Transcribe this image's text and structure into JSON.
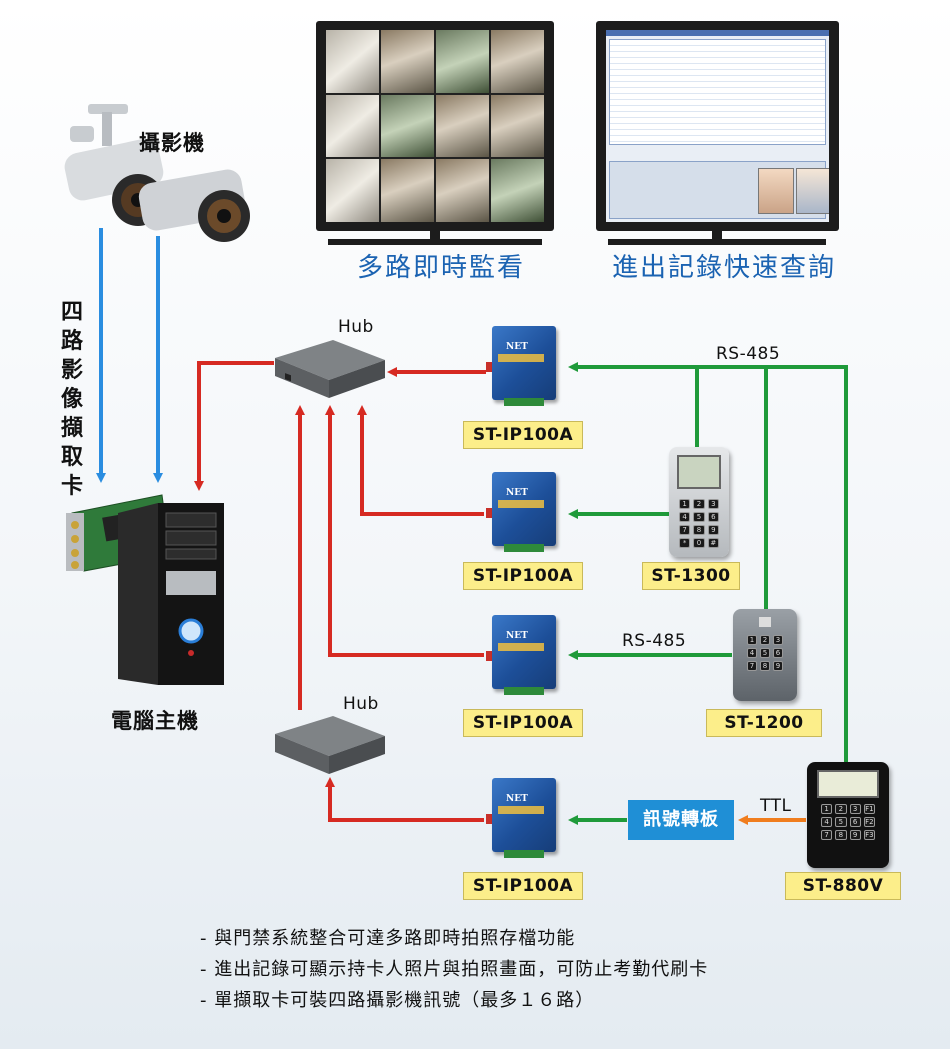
{
  "monitors": {
    "left_label": "多路即時監看",
    "right_label": "進出記錄快速查詢"
  },
  "camera_label": "攝影機",
  "capture_card_label": [
    "四",
    "路",
    "影",
    "像",
    "擷",
    "取",
    "卡"
  ],
  "pc_label": "電腦主機",
  "hub_labels": [
    "Hub",
    "Hub"
  ],
  "converter_labels": [
    "ST-IP100A",
    "ST-IP100A",
    "ST-IP100A",
    "ST-IP100A"
  ],
  "devices": {
    "st1300": "ST-1300",
    "st1200": "ST-1200",
    "st880v": "ST-880V"
  },
  "bus_labels": {
    "rs485_top": "RS-485",
    "rs485_mid": "RS-485",
    "ttl": "TTL"
  },
  "signal_board": "訊號轉板",
  "notes": [
    "- 與門禁系統整合可達多路即時拍照存檔功能",
    "- 進出記錄可顯示持卡人照片與拍照畫面，可防止考勤代刷卡",
    "- 單擷取卡可裝四路攝影機訊號（最多１６路）"
  ],
  "colors": {
    "ethernet": "#d62a22",
    "rs485": "#1f9a3a",
    "video": "#2a8de0",
    "ttl": "#f07d1e",
    "label_blue": "#1b63b2"
  }
}
